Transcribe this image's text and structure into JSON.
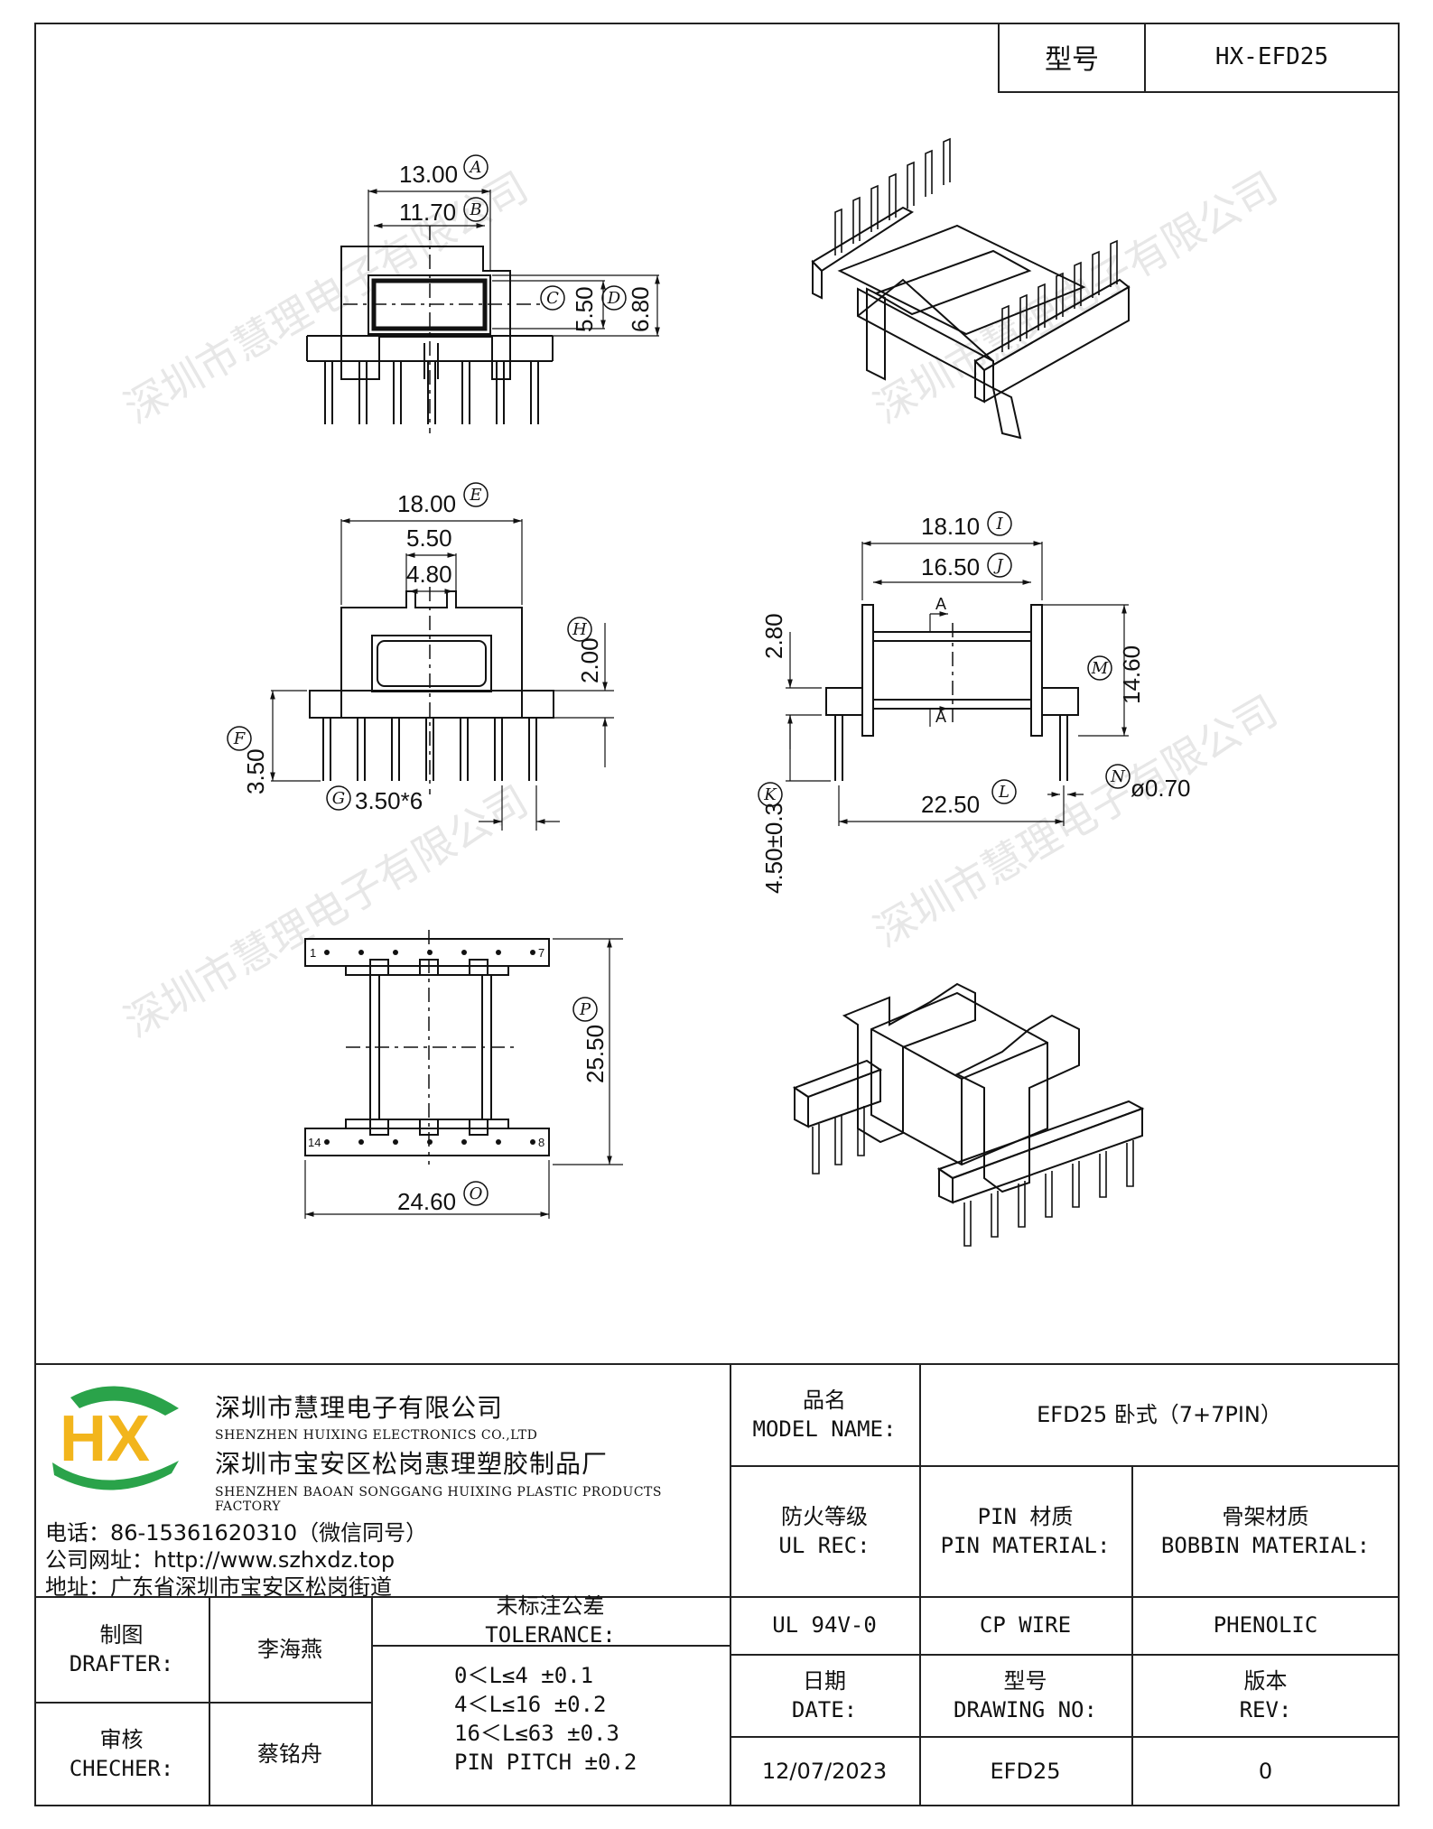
{
  "header": {
    "model_key": "型号",
    "model_value": "HX-EFD25"
  },
  "drawing": {
    "watermark": "深圳市慧理电子有限公司",
    "dims": {
      "A": "13.00",
      "B": "11.70",
      "C": "5.50",
      "D": "6.80",
      "E": "18.00",
      "E_inner1": "5.50",
      "E_inner2": "4.80",
      "F": "3.50",
      "G": "3.50*6",
      "H": "2.00",
      "I": "18.10",
      "J": "16.50",
      "two80": "2.80",
      "K": "4.50±0.3",
      "L": "22.50",
      "M": "14.60",
      "N": "ø0.70",
      "P": "25.50",
      "O": "24.60"
    },
    "section_mark": "A",
    "pin_labels": {
      "p1": "1",
      "p7": "7",
      "p14": "14",
      "p8": "8"
    }
  },
  "company": {
    "logo": "HX",
    "cn_name": "深圳市慧理电子有限公司",
    "en_name": "SHENZHEN HUIXING ELECTRONICS CO.,LTD",
    "cn_factory": "深圳市宝安区松岗惠理塑胶制品厂",
    "en_factory": "SHENZHEN BAOAN SONGGANG HUIXING PLASTIC PRODUCTS FACTORY",
    "phone": "电话：86-15361620310（微信同号）",
    "website": "公司网址：http://www.szhxdz.top",
    "address": "地址：广东省深圳市宝安区松岗街道"
  },
  "titleblock": {
    "model_name_cn": "品名",
    "model_name_en": "MODEL NAME:",
    "model_name_value": "EFD25 卧式（7+7PIN）",
    "ul_cn": "防火等级",
    "ul_en": "UL REC:",
    "pin_mat_cn": "PIN 材质",
    "pin_mat_en": "PIN MATERIAL:",
    "bobbin_mat_cn": "骨架材质",
    "bobbin_mat_en": "BOBBIN MATERIAL:",
    "ul_value": "UL 94V-0",
    "pin_value": "CP WIRE",
    "bobbin_value": "PHENOLIC",
    "drafter_cn": "制图",
    "drafter_en": "DRAFTER:",
    "drafter_name": "李海燕",
    "checker_cn": "审核",
    "checker_en": "CHECHER:",
    "checker_name": "蔡铭舟",
    "tolerance_cn": "未标注公差",
    "tolerance_en": "TOLERANCE:",
    "tolerance_rows": [
      "0＜L≤4   ±0.1",
      "4＜L≤16  ±0.2",
      "16＜L≤63 ±0.3",
      "PIN PITCH ±0.2"
    ],
    "date_cn": "日期",
    "date_en": "DATE:",
    "drawing_no_cn": "型号",
    "drawing_no_en": "DRAWING NO:",
    "rev_cn": "版本",
    "rev_en": "REV:",
    "date_value": "12/07/2023",
    "drawing_no_value": "EFD25",
    "rev_value": "0"
  }
}
